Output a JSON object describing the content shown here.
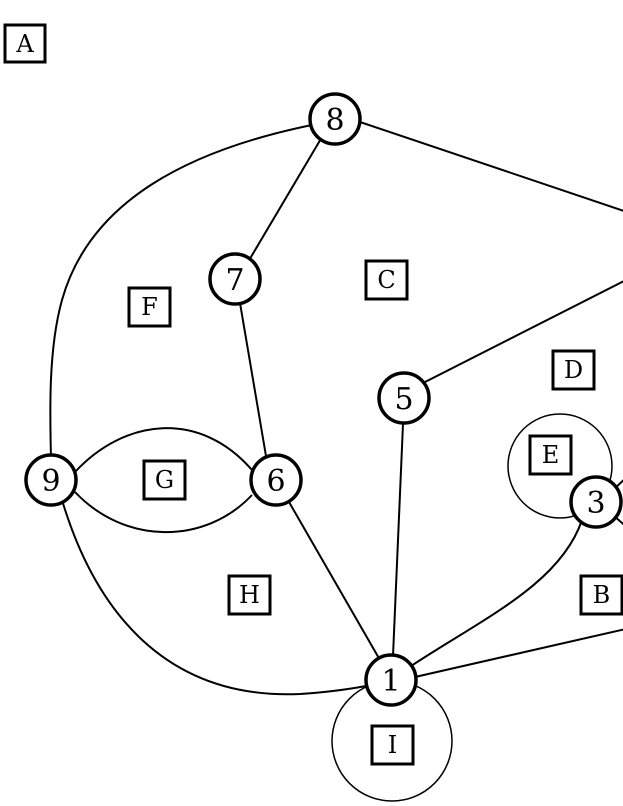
{
  "nodes": [
    {
      "id": "8",
      "label": "8"
    },
    {
      "id": "7",
      "label": "7"
    },
    {
      "id": "5",
      "label": "5"
    },
    {
      "id": "9",
      "label": "9"
    },
    {
      "id": "6",
      "label": "6"
    },
    {
      "id": "3",
      "label": "3"
    },
    {
      "id": "1",
      "label": "1"
    }
  ],
  "faces": [
    {
      "id": "A",
      "label": "A"
    },
    {
      "id": "F",
      "label": "F"
    },
    {
      "id": "C",
      "label": "C"
    },
    {
      "id": "D",
      "label": "D"
    },
    {
      "id": "E",
      "label": "E"
    },
    {
      "id": "G",
      "label": "G"
    },
    {
      "id": "H",
      "label": "H"
    },
    {
      "id": "B",
      "label": "B"
    },
    {
      "id": "I",
      "label": "I"
    }
  ],
  "edges": [
    [
      "8",
      "7"
    ],
    [
      "8",
      "right"
    ],
    [
      "8",
      "9"
    ],
    [
      "7",
      "6"
    ],
    [
      "5",
      "right"
    ],
    [
      "5",
      "1"
    ],
    [
      "9",
      "6"
    ],
    [
      "9",
      "6"
    ],
    [
      "9",
      "1"
    ],
    [
      "6",
      "1"
    ],
    [
      "3",
      "1"
    ],
    [
      "3",
      "right"
    ],
    [
      "1",
      "right"
    ],
    [
      "1",
      "1"
    ],
    [
      "3",
      "3"
    ]
  ]
}
